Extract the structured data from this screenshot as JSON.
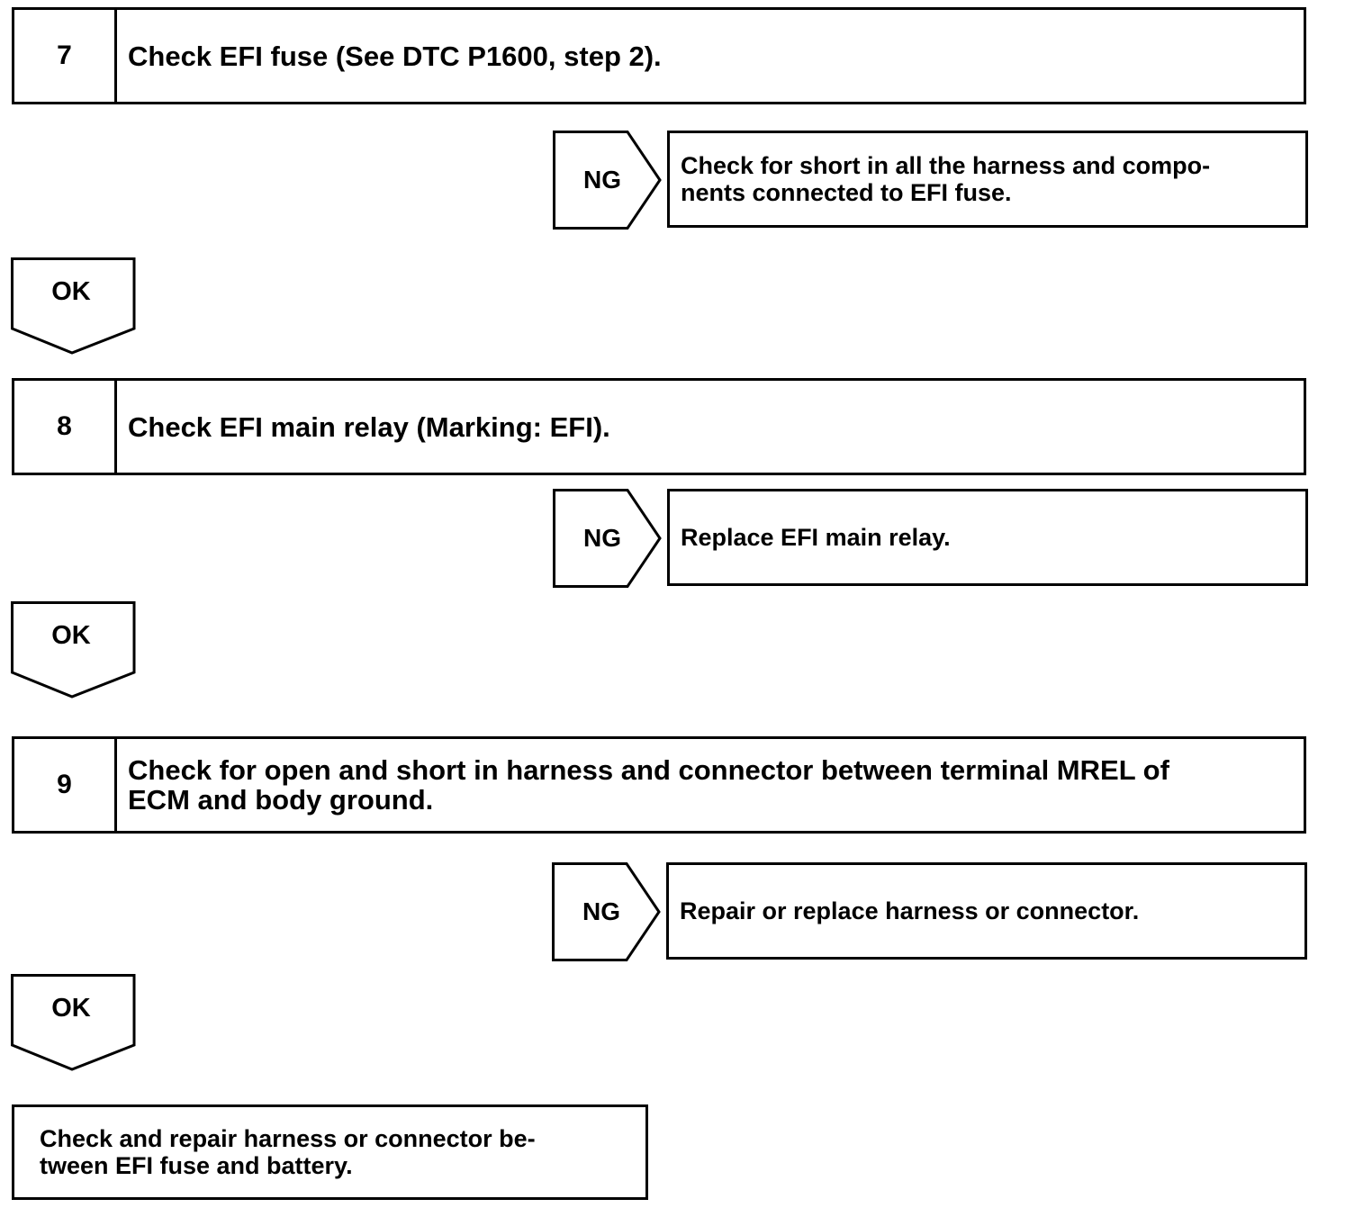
{
  "steps": [
    {
      "num": "7",
      "text": "Check EFI fuse (See DTC P1600, step 2)."
    },
    {
      "num": "8",
      "text": "Check EFI main relay (Marking: EFI)."
    },
    {
      "num": "9",
      "text": "Check for open and short in harness and connector between terminal MREL of\nECM and body ground."
    }
  ],
  "ng_branches": [
    {
      "label": "NG",
      "result": "Check for short in all the harness and compo-\nnents connected to EFI fuse."
    },
    {
      "label": "NG",
      "result": "Replace EFI main relay."
    },
    {
      "label": "NG",
      "result": "Repair or replace harness or connector."
    }
  ],
  "ok_labels": [
    "OK",
    "OK",
    "OK"
  ],
  "final_box": "Check and repair harness or connector be-\ntween EFI fuse and battery."
}
